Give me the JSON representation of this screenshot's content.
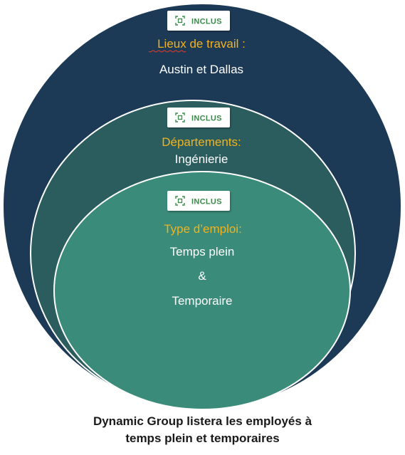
{
  "colors": {
    "outer_circle": "#1c3a56",
    "middle_circle": "#2b5d5f",
    "inner_circle": "#3a8b7a",
    "circle_stroke": "#ffffff",
    "heading": "#f2b21b",
    "text": "#ffffff",
    "badge_text": "#3a8b4a"
  },
  "levels": [
    {
      "badge": "INCLUS",
      "badge_icon": "filter-frame-icon",
      "heading": "Lieux de travail :",
      "lines": [
        "Austin et Dallas"
      ]
    },
    {
      "badge": "INCLUS",
      "badge_icon": "filter-frame-icon",
      "heading": "Départements:",
      "lines": [
        "Ingénierie"
      ]
    },
    {
      "badge": "INCLUS",
      "badge_icon": "filter-frame-icon",
      "heading": "Type d’emploi:",
      "lines": [
        "Temps plein",
        "&",
        "Temporaire"
      ]
    }
  ],
  "caption": {
    "line1": "Dynamic Group listera les employés à",
    "line2": "temps plein et temporaires"
  }
}
